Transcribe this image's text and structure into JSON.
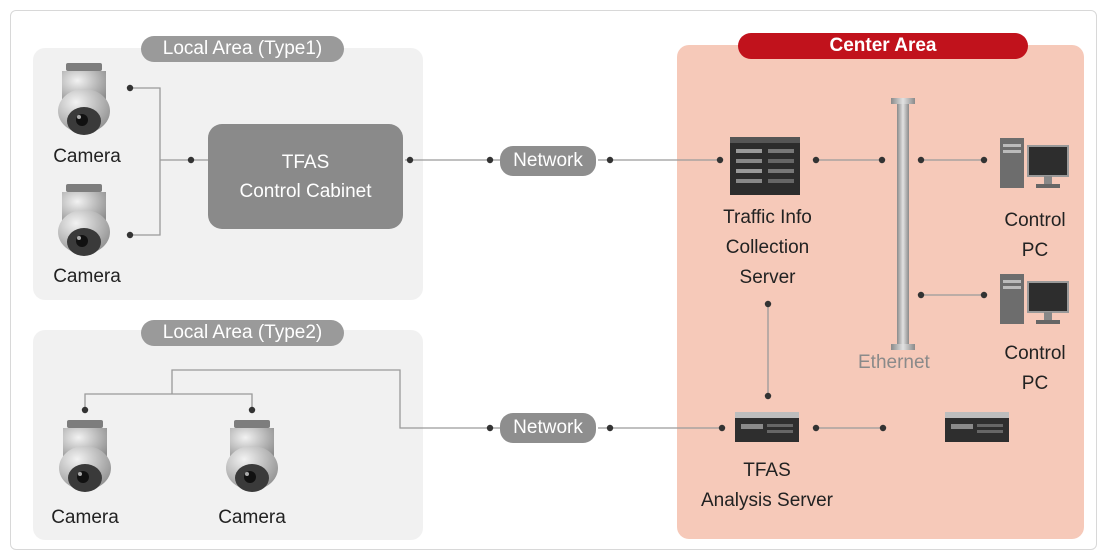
{
  "local_area_1": {
    "title": "Local Area (Type1)"
  },
  "local_area_2": {
    "title": "Local Area (Type2)"
  },
  "center_area": {
    "title": "Center Area"
  },
  "cameras": [
    "Camera",
    "Camera",
    "Camera",
    "Camera"
  ],
  "cabinet": {
    "line1": "TFAS",
    "line2": "Control Cabinet"
  },
  "network_labels": [
    "Network",
    "Network"
  ],
  "collection_server": {
    "line1": "Traffic Info",
    "line2": "Collection",
    "line3": "Server"
  },
  "analysis_server": {
    "line1": "TFAS",
    "line2": "Analysis Server"
  },
  "control_pcs": [
    {
      "line1": "Control",
      "line2": "PC"
    },
    {
      "line1": "Control",
      "line2": "PC"
    }
  ],
  "ethernet_label": "Ethernet",
  "colors": {
    "center_bg": "#f6c9b9",
    "center_title": "#c1121c",
    "local_bg": "#f1f1f1",
    "pill": "#8e8e8e"
  },
  "icons": [
    "dome-camera-icon",
    "rack-server-icon",
    "desktop-pc-icon",
    "ethernet-pole-icon"
  ]
}
